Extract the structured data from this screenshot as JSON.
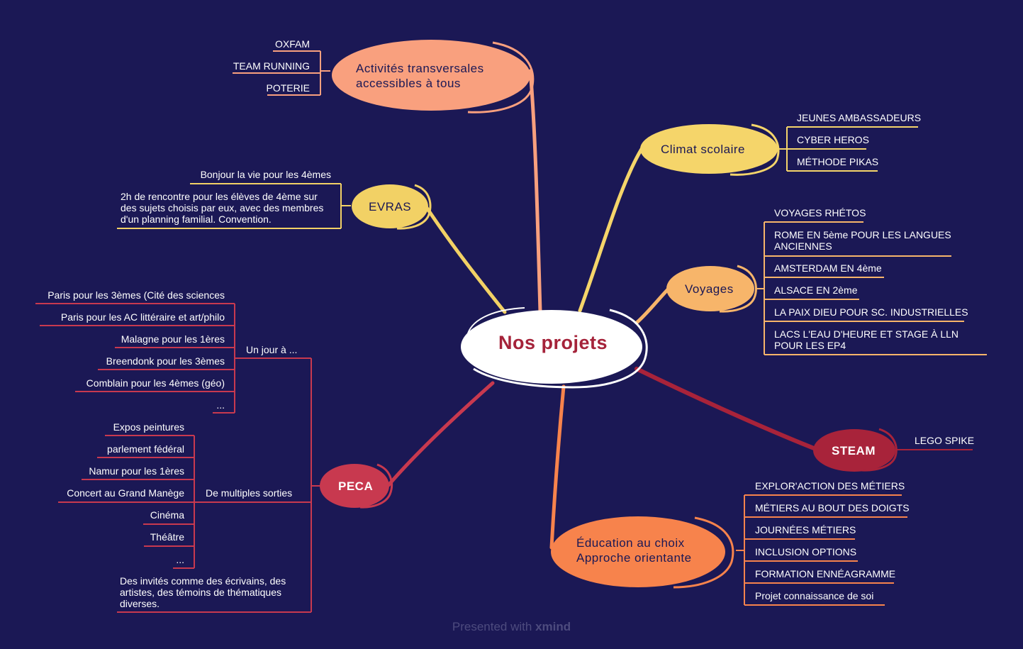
{
  "center": {
    "title": "Nos projets"
  },
  "branches": {
    "activites": {
      "title_line1": "Activités transversales",
      "title_line2": "accessibles à tous",
      "color": "#f9a07e",
      "items": [
        "OXFAM",
        "TEAM RUNNING",
        "POTERIE"
      ]
    },
    "climat": {
      "title": "Climat scolaire",
      "color": "#f5d56a",
      "items": [
        "JEUNES AMBASSADEURS",
        "CYBER HEROS",
        "MÉTHODE PIKAS"
      ]
    },
    "evras": {
      "title": "EVRAS",
      "color": "#f2d165",
      "items": [
        "Bonjour la vie pour les 4èmes",
        "2h de rencontre pour les élèves de 4ème sur des sujets choisis par eux, avec des membres d'un planning familial. Convention."
      ]
    },
    "voyages": {
      "title": "Voyages",
      "color": "#f7b56a",
      "items": [
        "VOYAGES RHÉTOS",
        "ROME EN 5ème POUR LES LANGUES ANCIENNES",
        "AMSTERDAM EN 4ème",
        "ALSACE EN 2ème",
        "LA PAIX DIEU POUR SC. INDUSTRIELLES",
        "LACS L'EAU D'HEURE ET STAGE À LLN POUR LES EP4"
      ]
    },
    "steam": {
      "title": "STEAM",
      "color": "#a8233a",
      "items": [
        "LEGO SPIKE"
      ]
    },
    "education": {
      "title_line1": "Éducation au choix",
      "title_line2": "Approche orientante",
      "color": "#f7834c",
      "items": [
        "EXPLOR'ACTION DES MÉTIERS",
        "MÉTIERS AU BOUT DES DOIGTS",
        "JOURNÉES MÉTIERS",
        "INCLUSION OPTIONS",
        "FORMATION ENNÉAGRAMME",
        "Projet connaissance de soi"
      ]
    },
    "peca": {
      "title": "PECA",
      "color": "#c8394f",
      "un_jour": {
        "title": "Un jour à ...",
        "items": [
          "Paris pour les 3èmes (Cité des sciences",
          "Paris pour les AC littéraire et art/philo",
          "Malagne pour les 1ères",
          "Breendonk pour les 3èmes",
          "Comblain pour les 4èmes (géo)",
          "..."
        ]
      },
      "sorties": {
        "title": "De multiples sorties",
        "items": [
          "Expos peintures",
          "parlement fédéral",
          "Namur pour les 1ères",
          "Concert au Grand Manège",
          "Cinéma",
          "Théâtre",
          "..."
        ]
      },
      "invites": "Des invités comme des écrivains, des artistes, des témoins de thématiques diverses."
    }
  },
  "watermark": {
    "prefix": "Presented with ",
    "brand": "xmind"
  }
}
